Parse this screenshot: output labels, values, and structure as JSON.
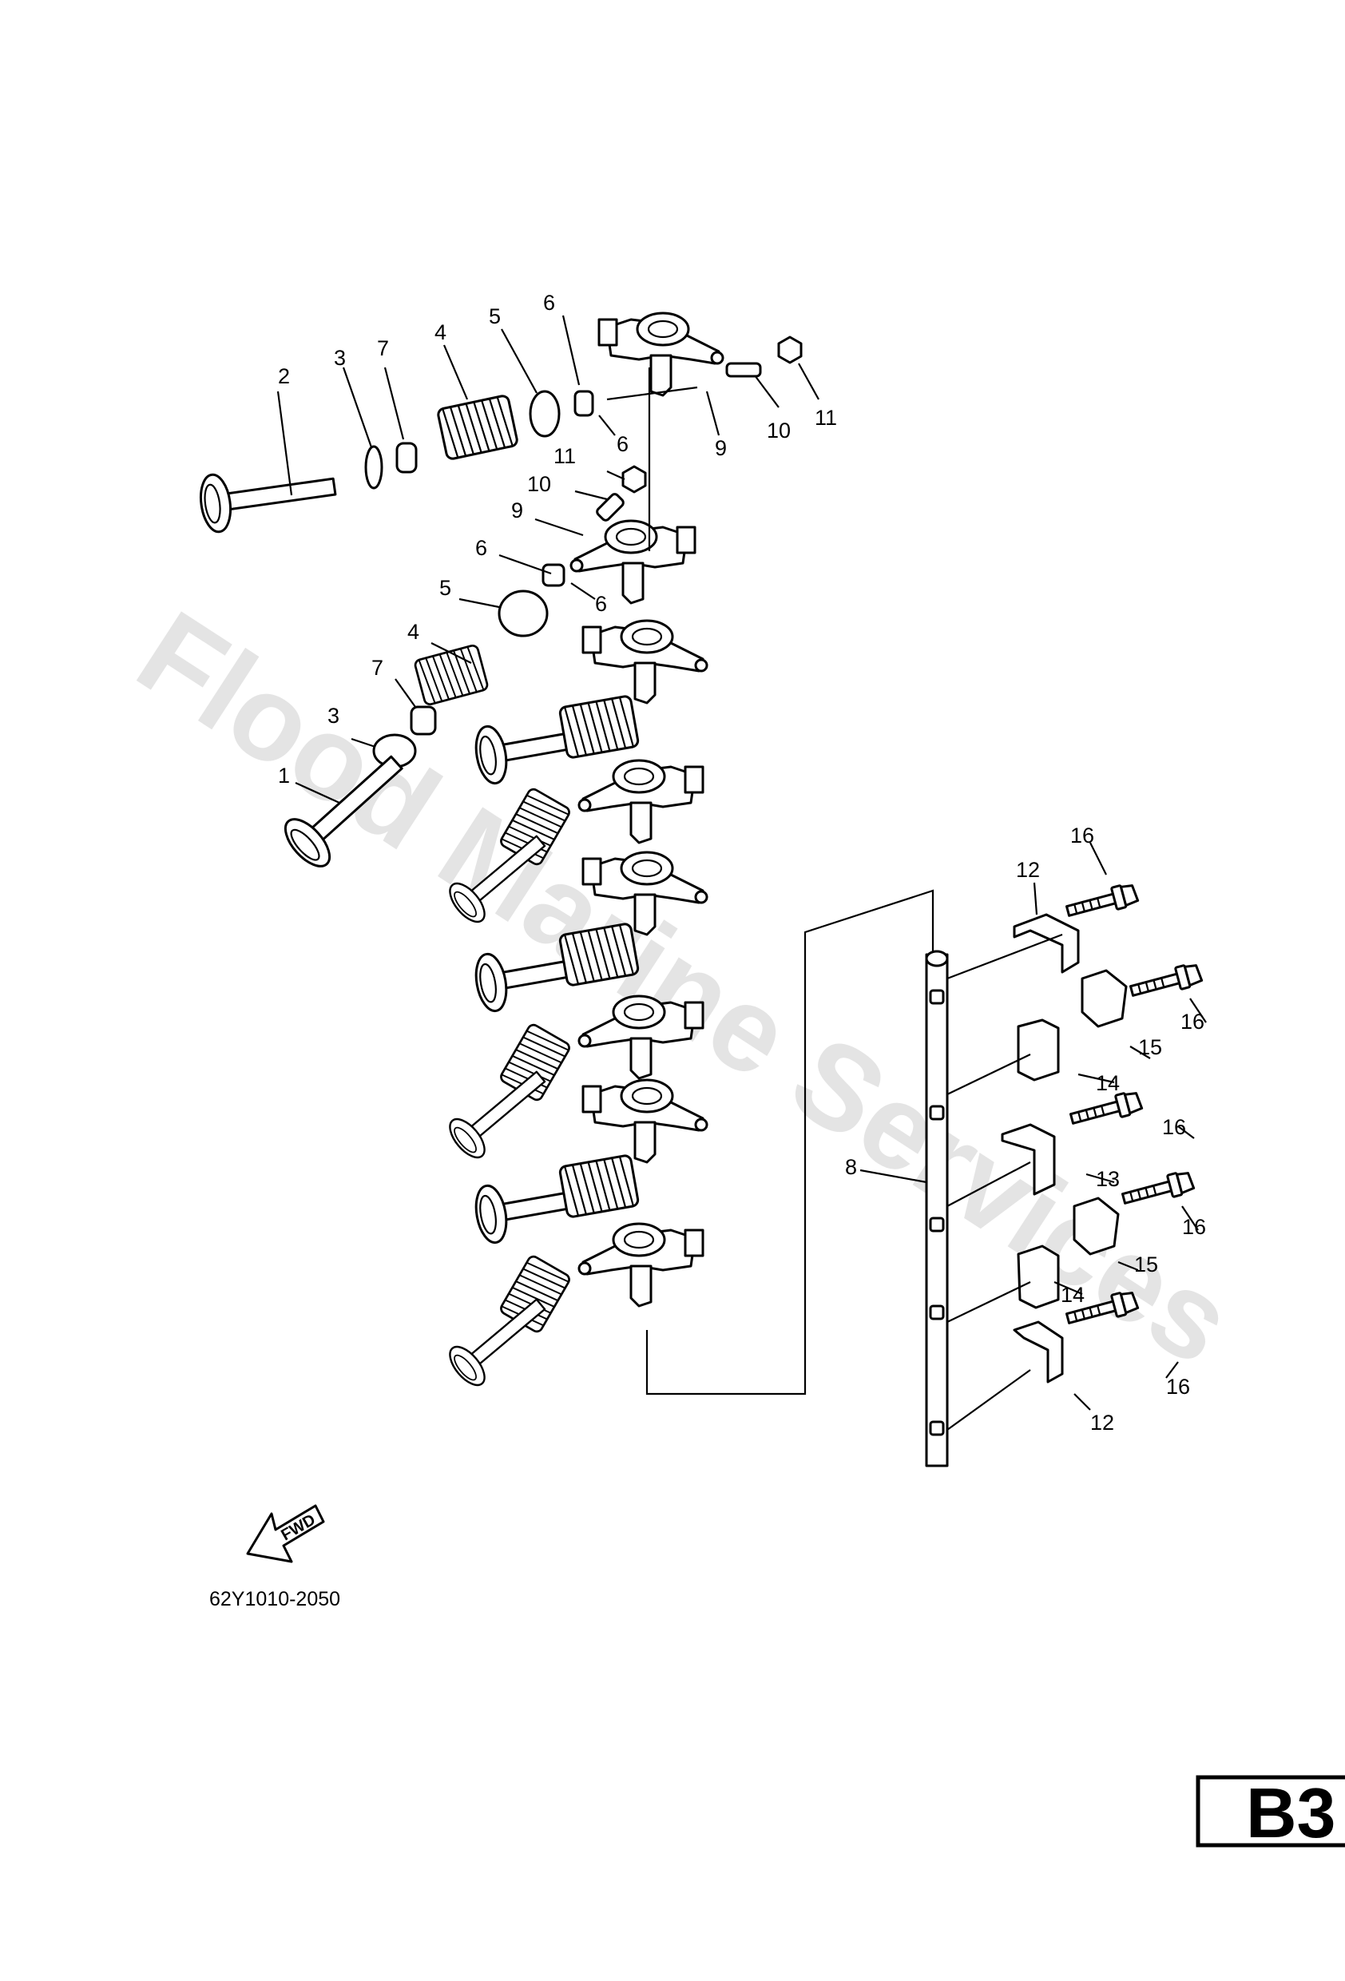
{
  "watermark": "Flood Marine Services",
  "drawing_code": "62Y1010-2050",
  "forward_label": "FWD",
  "page_label": "B3",
  "callouts": {
    "n1": "1",
    "n2": "2",
    "n3": "3",
    "n4": "4",
    "n5": "5",
    "n6": "6",
    "n7": "7",
    "n8": "8",
    "n9": "9",
    "n10": "10",
    "n11": "11",
    "n12": "12",
    "n13": "13",
    "n14": "14",
    "n15": "15",
    "n16": "16"
  },
  "icons": {
    "forward_arrow": "fwd-arrow-icon"
  },
  "colors": {
    "line": "#000000",
    "watermark": "#d9d9d9",
    "background": "#ffffff"
  }
}
